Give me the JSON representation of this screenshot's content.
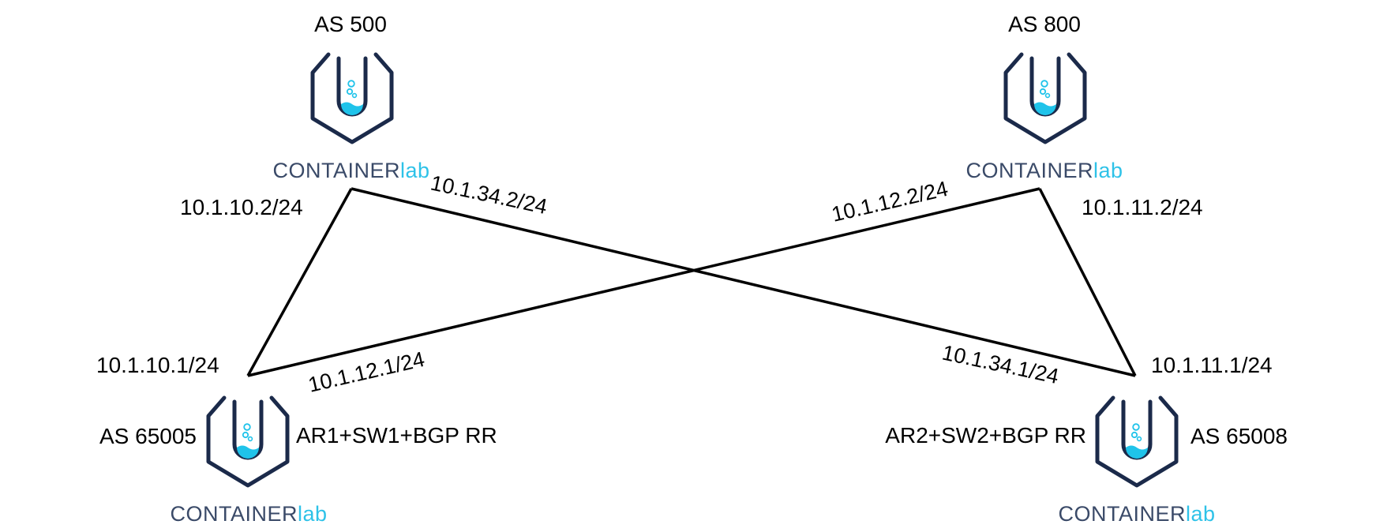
{
  "colors": {
    "icon_outline": "#1b2a4a",
    "water": "#1fc3ea",
    "brand_dark": "#3a4a68",
    "brand_accent": "#2ec2e8",
    "line": "#000000",
    "text": "#000000"
  },
  "nodes": [
    {
      "id": "top-left",
      "as_label": "AS 500",
      "role_label": "",
      "brand_main": "CONTAINER",
      "brand_accent": "lab",
      "icon": "containerlab-flask-icon"
    },
    {
      "id": "top-right",
      "as_label": "AS 800",
      "role_label": "",
      "brand_main": "CONTAINER",
      "brand_accent": "lab",
      "icon": "containerlab-flask-icon"
    },
    {
      "id": "bottom-left",
      "as_label": "AS 65005",
      "role_label": "AR1+SW1+BGP RR",
      "brand_main": "CONTAINER",
      "brand_accent": "lab",
      "icon": "containerlab-flask-icon"
    },
    {
      "id": "bottom-right",
      "as_label": "AS 65008",
      "role_label": "AR2+SW2+BGP RR",
      "brand_main": "CONTAINER",
      "brand_accent": "lab",
      "icon": "containerlab-flask-icon"
    }
  ],
  "links": [
    {
      "from": "top-left",
      "to": "bottom-left",
      "from_ip": "10.1.10.2/24",
      "to_ip": "10.1.10.1/24"
    },
    {
      "from": "top-left",
      "to": "bottom-right",
      "from_ip": "10.1.34.2/24",
      "to_ip": "10.1.34.1/24"
    },
    {
      "from": "top-right",
      "to": "bottom-left",
      "from_ip": "10.1.12.2/24",
      "to_ip": "10.1.12.1/24"
    },
    {
      "from": "top-right",
      "to": "bottom-right",
      "from_ip": "10.1.11.2/24",
      "to_ip": "10.1.11.1/24"
    }
  ]
}
